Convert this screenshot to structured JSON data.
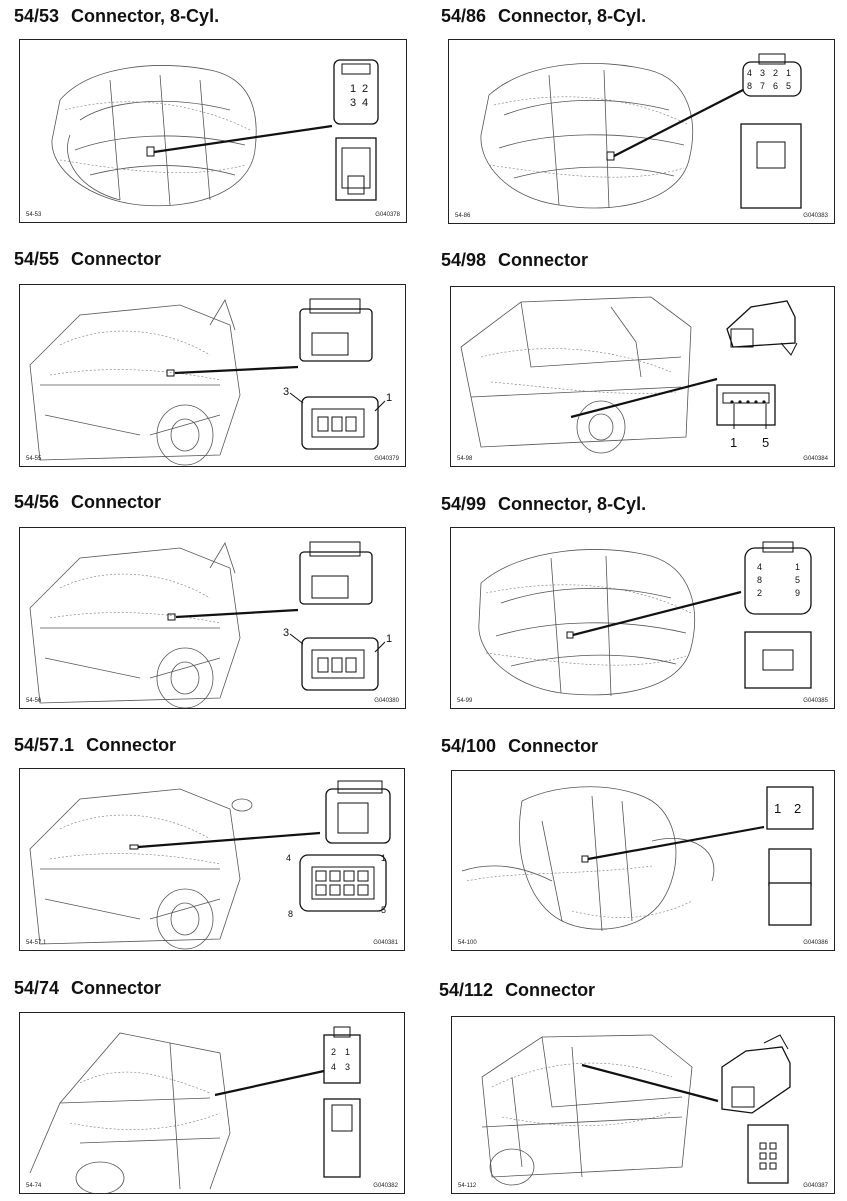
{
  "diagrams": [
    {
      "number": "54/53",
      "name": "Connector, 8-Cyl.",
      "ref": "54-53",
      "code": "G040378",
      "pins": [
        "1",
        "2",
        "3",
        "4"
      ]
    },
    {
      "number": "54/86",
      "name": "Connector, 8-Cyl.",
      "ref": "54-86",
      "code": "G040383",
      "pins": [
        "4",
        "3",
        "2",
        "1",
        "8",
        "7",
        "6",
        "5"
      ]
    },
    {
      "number": "54/55",
      "name": "Connector",
      "ref": "54-55",
      "code": "G040379",
      "pins": [
        "3",
        "1"
      ]
    },
    {
      "number": "54/98",
      "name": "Connector",
      "ref": "54-98",
      "code": "G040384",
      "pins": [
        "1",
        "5"
      ]
    },
    {
      "number": "54/56",
      "name": "Connector",
      "ref": "54-56",
      "code": "G040380",
      "pins": [
        "3",
        "1"
      ]
    },
    {
      "number": "54/99",
      "name": "Connector, 8-Cyl.",
      "ref": "54-99",
      "code": "G040385",
      "pins": [
        "4",
        "1",
        "8",
        "5",
        "2",
        "9"
      ]
    },
    {
      "number": "54/57.1",
      "name": "Connector",
      "ref": "54-57.1",
      "code": "G040381",
      "pins": [
        "4",
        "1",
        "8",
        "5"
      ]
    },
    {
      "number": "54/100",
      "name": "Connector",
      "ref": "54-100",
      "code": "G040386",
      "pins": [
        "1",
        "2"
      ]
    },
    {
      "number": "54/74",
      "name": "Connector",
      "ref": "54-74",
      "code": "G040382",
      "pins": [
        "2",
        "1",
        "4",
        "3"
      ]
    },
    {
      "number": "54/112",
      "name": "Connector",
      "ref": "54-112",
      "code": "G040387",
      "pins": []
    }
  ]
}
